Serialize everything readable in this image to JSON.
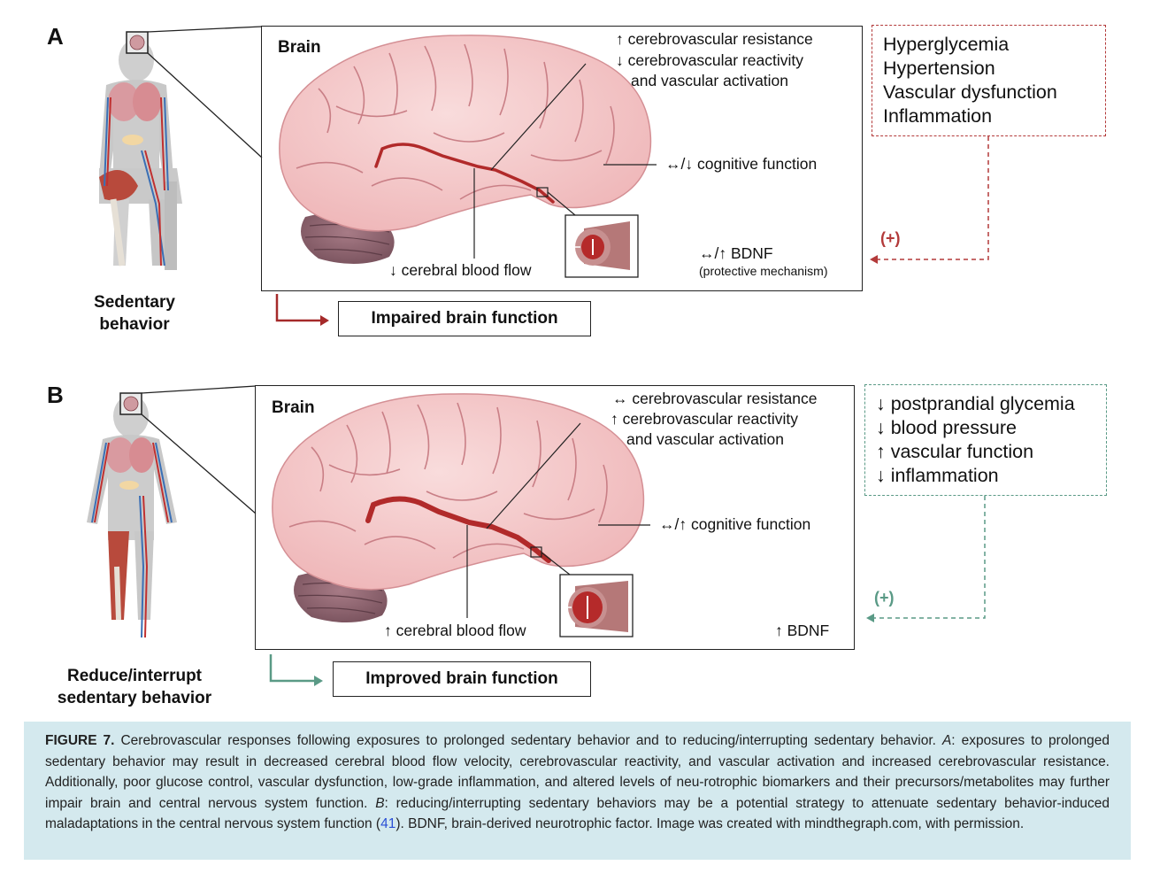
{
  "panel_a": {
    "letter": "A",
    "brain_title": "Brain",
    "label_resistance": "↑ cerebrovascular resistance",
    "label_reactivity": "↓ cerebrovascular reactivity",
    "label_activation": "and vascular activation",
    "label_cognitive": "↔/↓ cognitive function",
    "label_blood_flow": "↓ cerebral blood flow",
    "label_bdnf": "↔/↑ BDNF",
    "label_bdnf_note": "(protective mechanism)",
    "person_caption_line1": "Sedentary",
    "person_caption_line2": "behavior",
    "result": "Impaired brain function",
    "factors": [
      "Hyperglycemia",
      "Hypertension",
      "Vascular dysfunction",
      "Inflammation"
    ],
    "plus": "(+)",
    "accent_color": "#b33a3a"
  },
  "panel_b": {
    "letter": "B",
    "brain_title": "Brain",
    "label_resistance": "↔ cerebrovascular resistance",
    "label_reactivity": "↑ cerebrovascular reactivity",
    "label_activation": "and vascular activation",
    "label_cognitive": "↔/↑ cognitive function",
    "label_blood_flow": "↑ cerebral blood flow",
    "label_bdnf": "↑ BDNF",
    "person_caption_line1": "Reduce/interrupt",
    "person_caption_line2": "sedentary behavior",
    "result": "Improved brain function",
    "factors": [
      "↓ postprandial glycemia",
      "↓ blood pressure",
      "↑ vascular function",
      "↓ inflammation"
    ],
    "plus": "(+)",
    "accent_color": "#5a9a86"
  },
  "caption": {
    "figure_label": "FIGURE 7.",
    "text_1": " Cerebrovascular responses following exposures to prolonged sedentary behavior and to reducing/interrupting sedentary behavior. ",
    "italic_a": "A",
    "text_2": ": exposures to prolonged sedentary behavior may result in decreased cerebral blood flow velocity, cerebrovascular reactivity, and vascular activation and increased cerebrovascular resistance. Additionally, poor glucose control, vascular dysfunction, low-grade inflammation, and altered levels of neu-rotrophic biomarkers and their precursors/metabolites may further impair brain and central nervous system function. ",
    "italic_b": "B",
    "text_3": ": reducing/interrupting sedentary behaviors may be a potential strategy to attenuate sedentary behavior-induced maladaptations in the central nervous system function (",
    "ref": "41",
    "text_4": "). BDNF, brain-derived neurotrophic factor. Image was created with mindthegraph.com, with permission.",
    "background": "#d4e9ee"
  }
}
